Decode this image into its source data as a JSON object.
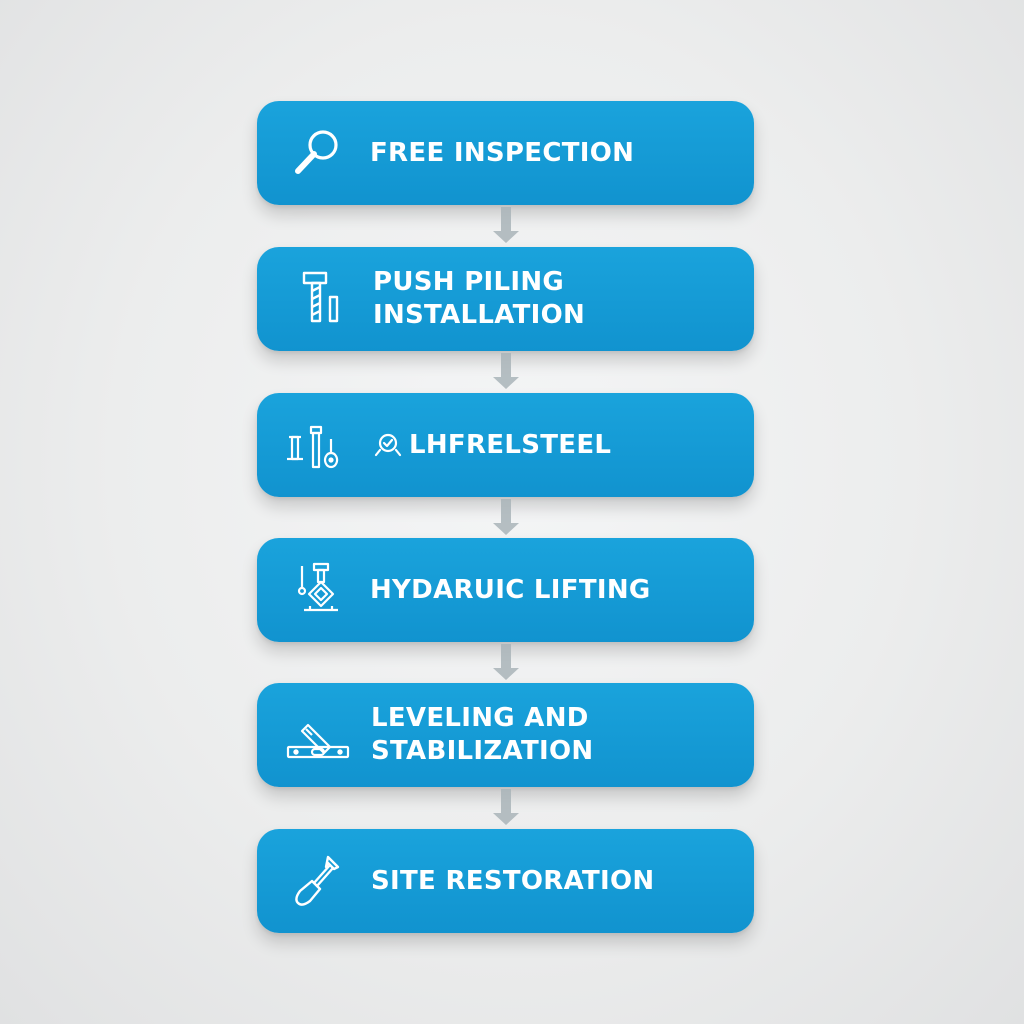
{
  "steps": [
    {
      "label": "FREE INSPECTION",
      "icon": "magnifier-icon"
    },
    {
      "label": "PUSH PILING\nINSTALLATION",
      "icon": "pile-driver-icon"
    },
    {
      "label": "LHFRELSTEEL",
      "icon": "steel-tools-icon",
      "secondary_icon": "inspection-check-icon"
    },
    {
      "label": "HYDARUIC LIFTING",
      "icon": "hydraulic-jack-icon"
    },
    {
      "label": "LEVELING AND\nSTABILIZATION",
      "icon": "spirit-level-icon"
    },
    {
      "label": "SITE RESTORATION",
      "icon": "shovel-icon"
    }
  ],
  "colors": {
    "step_fill": "#1597d4",
    "step_text": "#ffffff",
    "connector": "#a9b4b9",
    "background": "#ececed"
  }
}
